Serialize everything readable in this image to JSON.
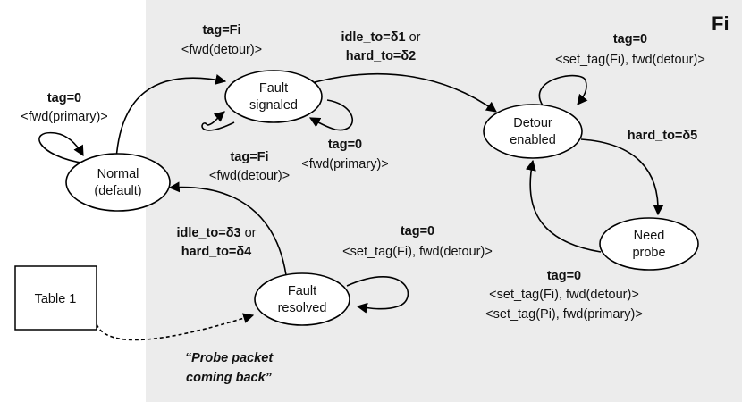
{
  "corner_label": "Fi",
  "table_label": "Table 1",
  "states": {
    "normal": [
      "Normal",
      "(default)"
    ],
    "fault_signaled": [
      "Fault",
      "signaled"
    ],
    "detour_enabled": [
      "Detour",
      "enabled"
    ],
    "need_probe": [
      "Need",
      "probe"
    ],
    "fault_resolved": [
      "Fault",
      "resolved"
    ]
  },
  "edge_labels": {
    "normal_self": {
      "cond": "tag=0",
      "action": "<fwd(primary)>"
    },
    "normal_to_fault_signaled": {
      "cond": "tag=Fi",
      "action": "<fwd(detour)>"
    },
    "fault_signaled_self_left": {
      "cond": "tag=Fi",
      "action": "<fwd(detour)>"
    },
    "fault_signaled_self_right": {
      "cond": "tag=0",
      "action": "<fwd(primary)>"
    },
    "fault_signaled_to_detour": {
      "line1_bold": "idle_to=δ1",
      "line1_rest": " or",
      "line2_bold": "hard_to=δ2"
    },
    "detour_self": {
      "cond": "tag=0",
      "action": "<set_tag(Fi), fwd(detour)>"
    },
    "detour_to_need_probe": {
      "cond": "hard_to=δ5"
    },
    "need_probe_to_detour": {
      "cond": "tag=0",
      "action1": "<set_tag(Fi), fwd(detour)>",
      "action2": "<set_tag(Pi), fwd(primary)>"
    },
    "fault_resolved_to_normal": {
      "line1_bold": "idle_to=δ3",
      "line1_rest": " or",
      "line2_bold": "hard_to=δ4"
    },
    "fault_resolved_self": {
      "cond": "tag=0",
      "action": "<set_tag(Fi), fwd(detour)>"
    },
    "table_to_fault_resolved": {
      "line1": "“Probe packet",
      "line2": "coming back”"
    }
  },
  "colors": {
    "background_panel": "#ececec",
    "corner_label": "#9a9a9a"
  }
}
